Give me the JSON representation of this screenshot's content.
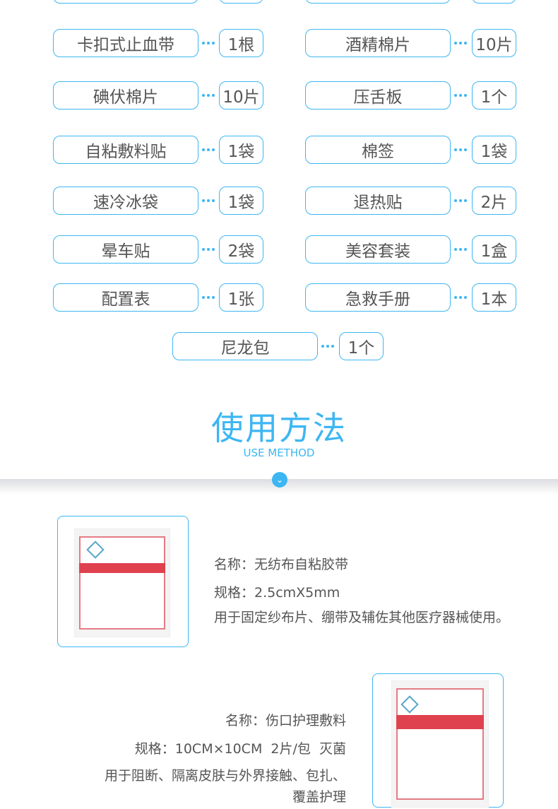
{
  "items": [
    {
      "name": "",
      "count": ""
    },
    {
      "name": "",
      "count": ""
    },
    {
      "name": "卡扣式止血带",
      "count": "1根"
    },
    {
      "name": "酒精棉片",
      "count": "10片"
    },
    {
      "name": "碘伏棉片",
      "count": "10片"
    },
    {
      "name": "压舌板",
      "count": "1个"
    },
    {
      "name": "自粘敷料贴",
      "count": "1袋"
    },
    {
      "name": "棉签",
      "count": "1袋"
    },
    {
      "name": "速冷冰袋",
      "count": "1袋"
    },
    {
      "name": "退热贴",
      "count": "2片"
    },
    {
      "name": "晕车贴",
      "count": "2袋"
    },
    {
      "name": "美容套装",
      "count": "1盒"
    },
    {
      "name": "配置表",
      "count": "1张"
    },
    {
      "name": "急救手册",
      "count": "1本"
    },
    {
      "name": "尼龙包",
      "count": "1个"
    }
  ],
  "section": {
    "title": "使用方法",
    "subtitle": "USE METHOD",
    "icon": "chevron-down-icon"
  },
  "products": [
    {
      "name": "名称：无纺布自粘胶带",
      "spec": "规格：2.5cmX5mm",
      "use": "用于固定纱布片、绷带及辅佐其他医疗器械使用。"
    },
    {
      "name": "名称：伤口护理敷料",
      "spec": "规格：10CM×10CM  2片/包  灭菌",
      "use": "用于阻断、隔离皮肤与外界接触、包扎、",
      "use2": "覆盖护理"
    }
  ],
  "colors": {
    "accent": "#3db6f2",
    "text": "#555555",
    "pack_red": "#e0414f"
  }
}
